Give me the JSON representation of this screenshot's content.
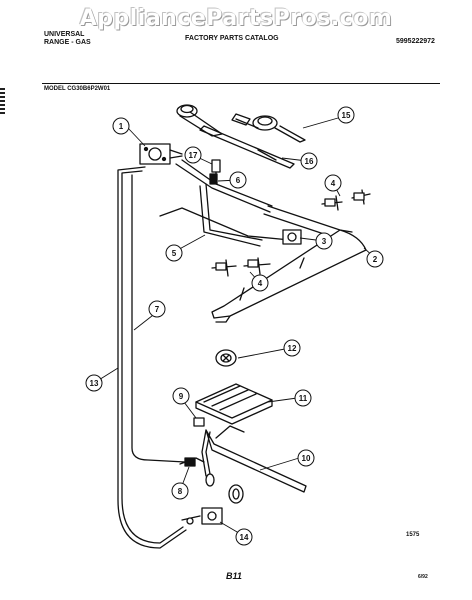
{
  "watermark": "AppliancePartsPros.com",
  "header": {
    "brand_line1": "UNIVERSAL",
    "brand_line2": "RANGE - GAS",
    "catalog_title": "FACTORY PARTS CATALOG",
    "catalog_number": "5995222972",
    "model": "MODEL  CG30B6P2W01"
  },
  "footer": {
    "drawing_code": "1575",
    "page_number": "B11",
    "date": "6/92"
  },
  "callouts": [
    "1",
    "2",
    "3",
    "4",
    "4",
    "5",
    "6",
    "7",
    "8",
    "9",
    "10",
    "11",
    "12",
    "13",
    "14",
    "15",
    "16",
    "17"
  ]
}
